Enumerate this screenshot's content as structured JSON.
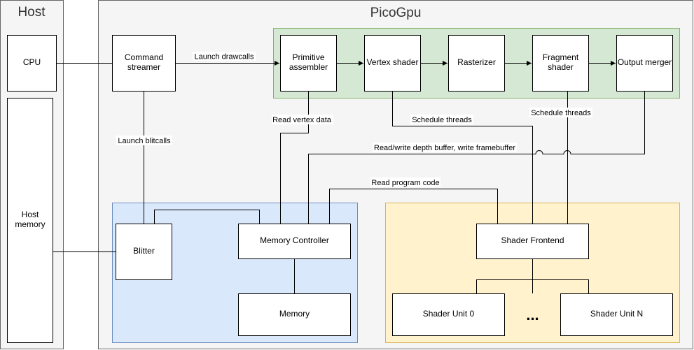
{
  "containers": {
    "host": "Host",
    "gpu": "PicoGpu"
  },
  "blocks": {
    "cpu": "CPU",
    "host_memory": [
      "Host",
      "memory"
    ],
    "command_streamer": [
      "Command",
      "streamer"
    ],
    "primitive_assembler": [
      "Primitive",
      "assembler"
    ],
    "vertex_shader": "Vertex shader",
    "rasterizer": "Rasterizer",
    "fragment_shader": [
      "Fragment",
      "shader"
    ],
    "output_merger": "Output merger",
    "blitter": "Blitter",
    "memory_controller": "Memory Controller",
    "memory": "Memory",
    "shader_frontend": "Shader Frontend",
    "shader_unit_0": "Shader Unit 0",
    "ellipsis": "...",
    "shader_unit_n": "Shader Unit N"
  },
  "edges": {
    "launch_drawcalls": "Launch drawcalls",
    "launch_blitcalls": "Launch blitcalls",
    "read_vertex_data": "Read vertex data",
    "schedule_threads_vs": "Schedule threads",
    "schedule_threads_fs": "Schedule threads",
    "rw_depth": "Read/write depth buffer, write framebuffer",
    "read_program_code": "Read program code"
  },
  "colors": {
    "pipeline_fill": "#d5e8d4",
    "pipeline_stroke": "#82b366",
    "memory_group_fill": "#dae8fc",
    "memory_group_stroke": "#6c8ebf",
    "shader_group_fill": "#fff2cc",
    "shader_group_stroke": "#d6b656"
  }
}
